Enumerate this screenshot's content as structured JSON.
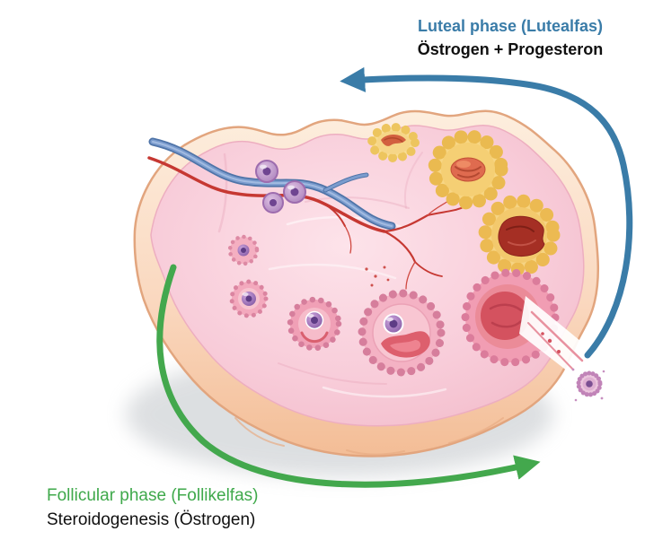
{
  "annotations": {
    "luteal": {
      "phase": "Luteal phase (Lutealfas)",
      "hormones": "Östrogen + Progesteron",
      "accent_color": "#3A7CA8"
    },
    "follicular": {
      "phase": "Follicular phase (Follikelfas)",
      "hormones": "Steroidogenesis (Östrogen)",
      "accent_color": "#43A84D"
    }
  },
  "arrows": {
    "luteal_arrow_color": "#3A7CA8",
    "follicular_arrow_color": "#43A84D"
  },
  "illustration": {
    "subject": "ovary-cross-section",
    "icons": [
      {
        "name": "blood-vessels-icon"
      },
      {
        "name": "primordial-follicles-icon"
      },
      {
        "name": "primary-follicle-icon"
      },
      {
        "name": "secondary-follicle-icon"
      },
      {
        "name": "antral-follicle-icon"
      },
      {
        "name": "ovulating-follicle-icon"
      },
      {
        "name": "released-oocyte-icon"
      },
      {
        "name": "corpus-hemorrhagicum-icon"
      },
      {
        "name": "corpus-luteum-icon"
      },
      {
        "name": "corpus-albicans-icon"
      }
    ]
  }
}
